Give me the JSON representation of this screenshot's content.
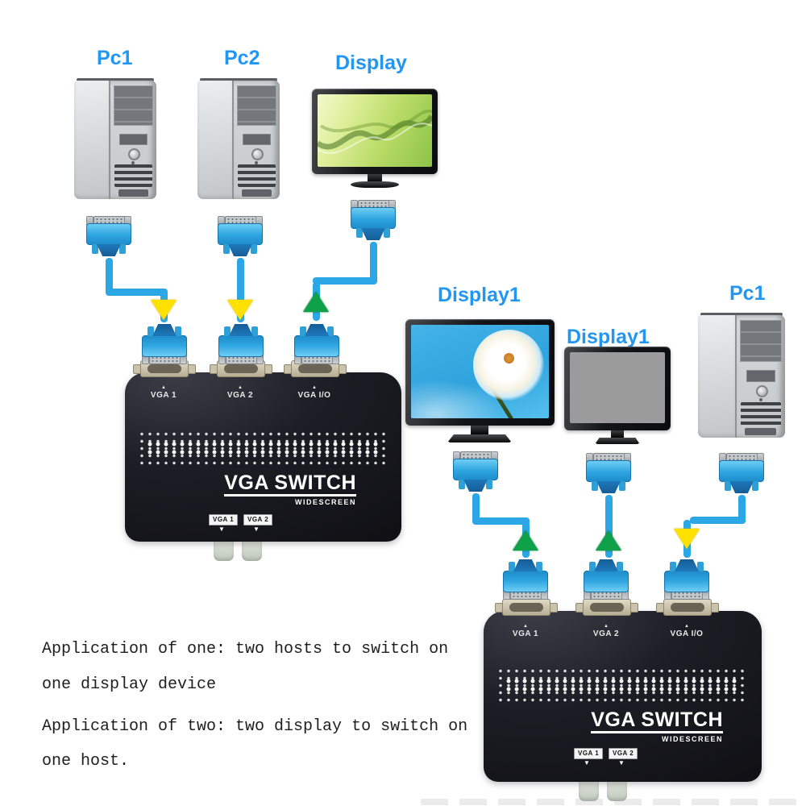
{
  "devices": {
    "pc1_left": "Pc1",
    "pc2_left": "Pc2",
    "display_left": "Display",
    "display1_right_a": "Display1",
    "display1_right_b": "Display1",
    "pc1_right": "Pc1"
  },
  "switch1": {
    "port_labels": [
      "VGA 1",
      "VGA 2",
      "VGA I/O"
    ],
    "title": "VGA SWITCH",
    "subtitle": "WIDESCREEN",
    "button_labels": [
      "VGA 1",
      "VGA 2"
    ]
  },
  "switch2": {
    "port_labels": [
      "VGA 1",
      "VGA 2",
      "VGA I/O"
    ],
    "title": "VGA SWITCH",
    "subtitle": "WIDESCREEN",
    "button_labels": [
      "VGA 1",
      "VGA 2"
    ]
  },
  "captions": {
    "app_one_line1": "Application of one: two hosts to switch on",
    "app_one_line2": "one display device",
    "app_two_line1": "Application of two: two display to switch on",
    "app_two_line2": "one host."
  },
  "icons": {
    "up_triangle": "▲",
    "down_triangle": "▼"
  },
  "colors": {
    "label_blue": "#2196f3",
    "cable_blue": "#2ba7e6",
    "arrow_yellow": "#ffe100",
    "arrow_green": "#0fa04a",
    "switch_body": "#15161b",
    "port_beige": "#c9c0a7"
  }
}
